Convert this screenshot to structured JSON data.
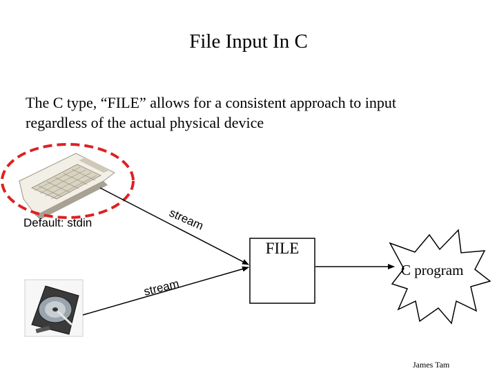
{
  "slide": {
    "title": "File Input In C",
    "intro_line1": "The C type, “FILE” allows for a consistent approach to input",
    "intro_line2": "regardless of the actual physical device",
    "credit": "James Tam"
  },
  "diagram": {
    "keyboard_caption": "Default: stdin",
    "upper_stream_label": "stream",
    "lower_stream_label": "stream",
    "file_box_label": "FILE",
    "program_label": "C program",
    "highlight_color": "#dd2222",
    "keyboard_icon": "keyboard-icon",
    "disk_icon": "hard-drive-icon"
  }
}
